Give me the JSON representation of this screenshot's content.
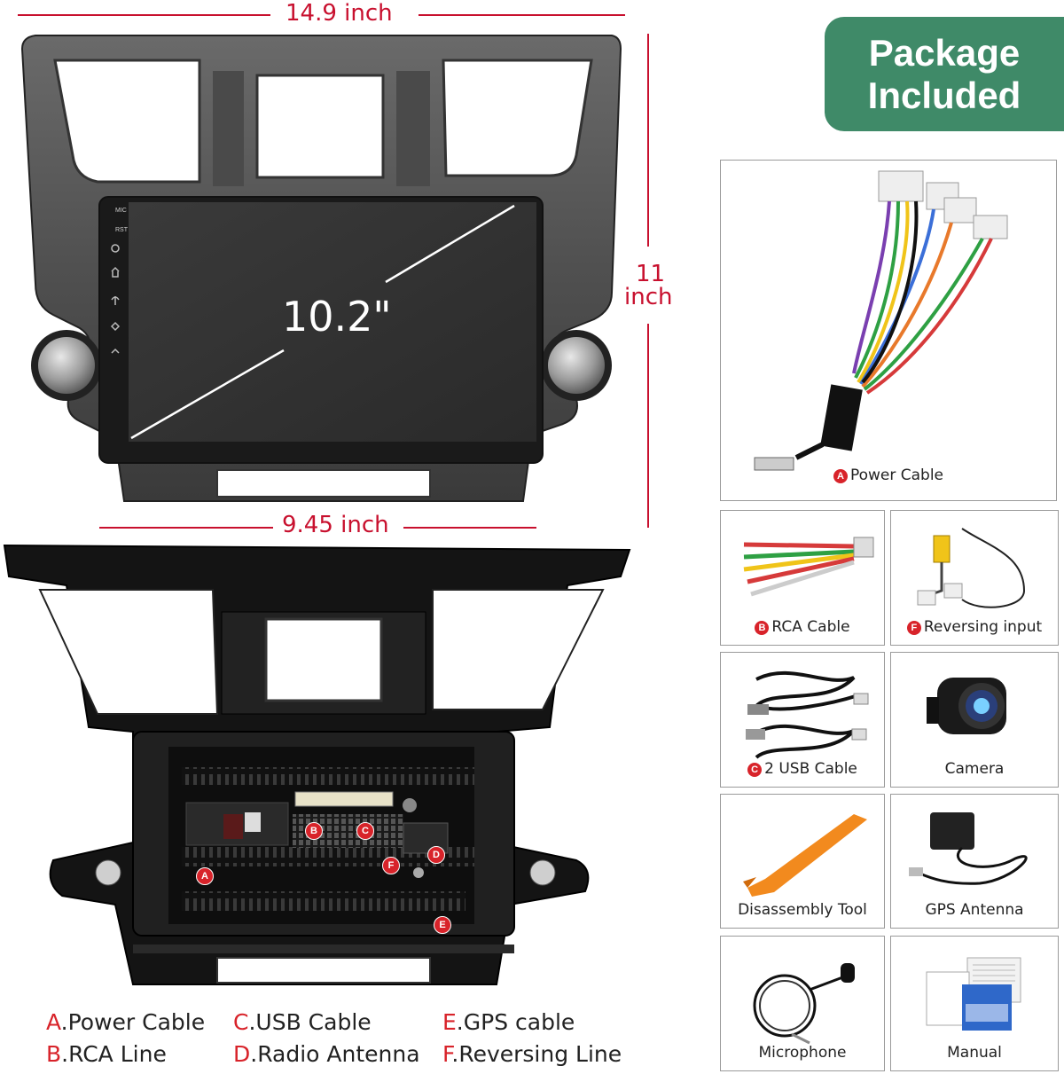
{
  "dimensions": {
    "width_top": "14.9 inch",
    "height_value": "11",
    "height_unit": "inch",
    "width_bottom": "9.45 inch",
    "screen_size": "10.2\""
  },
  "screen_buttons": {
    "mic": "MIC",
    "rst": "RST"
  },
  "package_badge": {
    "line1": "Package",
    "line2": "Included"
  },
  "package_items": [
    {
      "marker": "A",
      "label": "Power Cable",
      "icon": "power-cable-icon"
    },
    {
      "marker": "B",
      "label": "RCA Cable",
      "icon": "rca-cable-icon"
    },
    {
      "marker": "F",
      "label": "Reversing input",
      "icon": "reversing-input-icon"
    },
    {
      "marker": "C",
      "label": "2 USB Cable",
      "icon": "usb-cable-icon"
    },
    {
      "marker": "",
      "label": "Camera",
      "icon": "camera-icon"
    },
    {
      "marker": "",
      "label": "Disassembly Tool",
      "icon": "pry-tool-icon"
    },
    {
      "marker": "",
      "label": "GPS Antenna",
      "icon": "gps-antenna-icon"
    },
    {
      "marker": "",
      "label": "Microphone",
      "icon": "microphone-icon"
    },
    {
      "marker": "",
      "label": "Manual",
      "icon": "manual-icon"
    }
  ],
  "back_markers": [
    "A",
    "B",
    "C",
    "D",
    "E",
    "F"
  ],
  "legend": [
    {
      "letter": "A",
      "text": ".Power Cable"
    },
    {
      "letter": "B",
      "text": ".RCA Line"
    },
    {
      "letter": "C",
      "text": ".USB Cable"
    },
    {
      "letter": "D",
      "text": ".Radio Antenna"
    },
    {
      "letter": "E",
      "text": ".GPS cable"
    },
    {
      "letter": "F",
      "text": ".Reversing Line"
    }
  ],
  "colors": {
    "accent_red": "#c8102e",
    "badge_green": "#3f8a68",
    "marker_red": "#d8232a"
  }
}
